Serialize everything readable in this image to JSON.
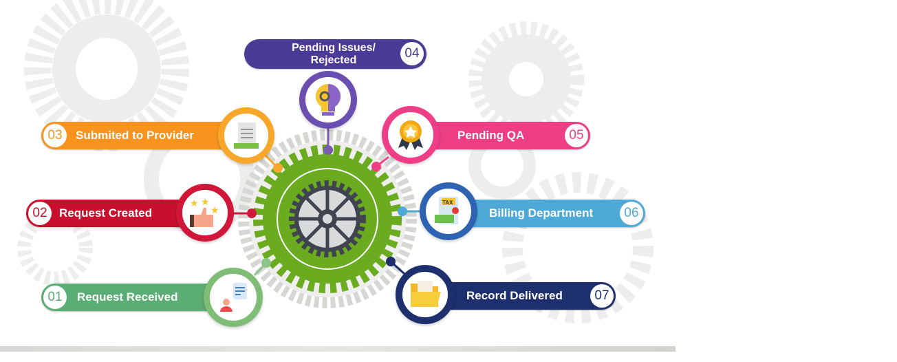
{
  "steps": [
    {
      "num": "01",
      "label": "Request Received",
      "color": "#5aad74",
      "icon": "user-chat-icon"
    },
    {
      "num": "02",
      "label": "Request Created",
      "color": "#c8102e",
      "icon": "thumbs-up-stars-icon"
    },
    {
      "num": "03",
      "label": "Submited to Provider",
      "color": "#f7931e",
      "icon": "document-icon"
    },
    {
      "num": "04",
      "label_line1": "Pending Issues/",
      "label_line2": "Rejected",
      "color": "#4b3a96",
      "icon": "lightbulb-gear-icon"
    },
    {
      "num": "05",
      "label": "Pending QA",
      "color": "#ee3f86",
      "icon": "award-ribbon-icon"
    },
    {
      "num": "06",
      "label": "Billing Department",
      "color": "#4fa9d6",
      "icon": "tax-money-icon",
      "icon_text": "TAX"
    },
    {
      "num": "07",
      "label": "Record Delivered",
      "color": "#1e2f6e",
      "icon": "folder-icon"
    }
  ],
  "center": {
    "icon": "gear-icon",
    "color": "#6aab1f"
  }
}
